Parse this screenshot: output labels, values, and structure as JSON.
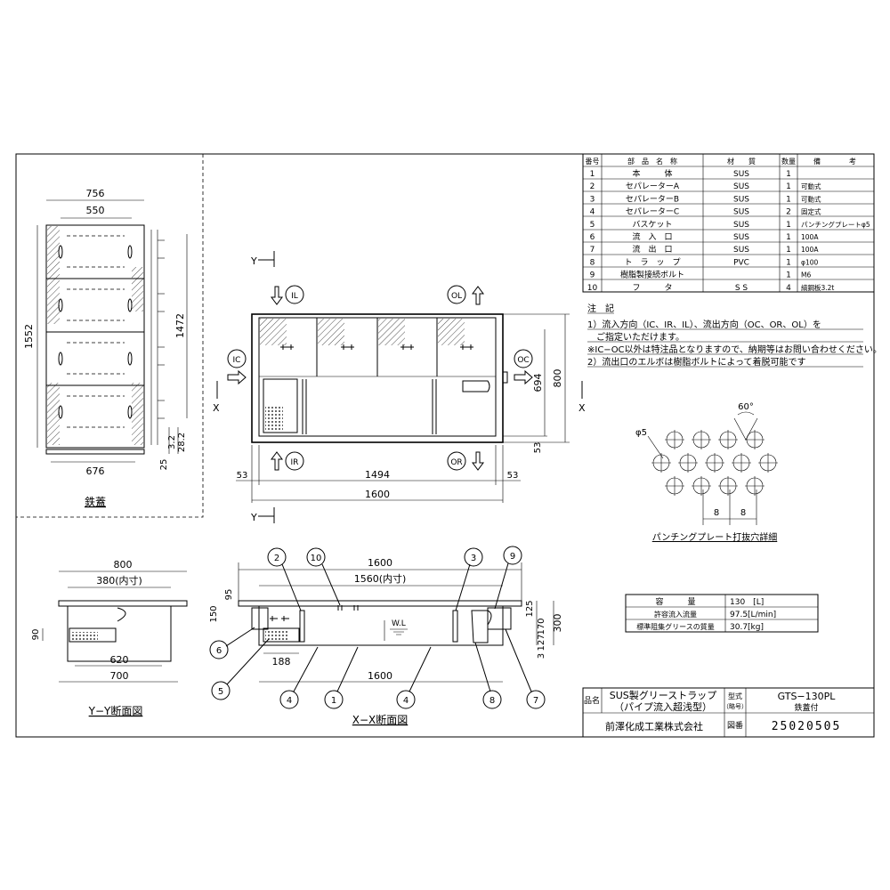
{
  "parts_table": {
    "headers": [
      "番号",
      "部　品　名　称",
      "材　　質",
      "数量",
      "備　　　　考"
    ],
    "rows": [
      [
        "1",
        "本　　　体",
        "SUS",
        "1",
        ""
      ],
      [
        "2",
        "セパレーターA",
        "SUS",
        "1",
        "可動式"
      ],
      [
        "3",
        "セパレーターB",
        "SUS",
        "1",
        "可動式"
      ],
      [
        "4",
        "セパレーターC",
        "SUS",
        "2",
        "固定式"
      ],
      [
        "5",
        "バスケット",
        "SUS",
        "1",
        "パンチングプレートφ5"
      ],
      [
        "6",
        "流　入　口",
        "SUS",
        "1",
        "100A"
      ],
      [
        "7",
        "流　出　口",
        "SUS",
        "1",
        "100A"
      ],
      [
        "8",
        "ト　ラ　ッ　プ",
        "PVC",
        "1",
        "φ100"
      ],
      [
        "9",
        "樹脂製接続ボルト",
        "",
        "1",
        "M6"
      ],
      [
        "10",
        "フ　　　タ",
        "S S",
        "4",
        "縞鋼板3.2t"
      ]
    ]
  },
  "notes": {
    "title": "注　記",
    "lines": [
      "1）流入方向（IC、IR、IL）、流出方向（OC、OR、OL）を",
      "　ご指定いただけます。",
      "※IC−OC以外は特注品となりますので、納期等はお問い合わせください。",
      "2）流出口のエルボは樹脂ボルトによって着脱可能です"
    ]
  },
  "punching": {
    "angle": "60°",
    "hole": "φ5",
    "pitch1": "8",
    "pitch2": "8",
    "caption": "パンチングプレート打抜穴詳細"
  },
  "spec_table": {
    "rows": [
      [
        "容　　　量",
        "130　[L]"
      ],
      [
        "許容流入流量",
        "97.5[L/min]"
      ],
      [
        "標準阻集グリースの質量",
        "30.7[kg]"
      ]
    ]
  },
  "title_block": {
    "name_label": "品名",
    "name_line1": "SUS製グリーストラップ",
    "name_line2": "（パイプ流入超浅型）",
    "model_label1": "型式",
    "model_label2": "（略号）",
    "model": "GTS−130PL",
    "model_sub": "鉄蓋付",
    "company": "前澤化成工業株式会社",
    "drawing_label": "図番",
    "drawing_no": "25020505"
  },
  "lid_view": {
    "caption": "鉄蓋",
    "dims": {
      "w_outer": "756",
      "w_inner": "550",
      "h_outer": "1552",
      "h_inner": "1472",
      "b_width": "676",
      "b1": "3.2",
      "b2": "28.2",
      "b3": "25"
    }
  },
  "plan_view": {
    "labels": {
      "y_top": "Y",
      "y_bot": "Y",
      "x_left": "X",
      "x_right": "X",
      "IL": "IL",
      "OL": "OL",
      "IC": "IC",
      "OC": "OC",
      "IR": "IR",
      "OR": "OR"
    },
    "dims": {
      "d694": "694",
      "d800": "800",
      "d53r": "53",
      "d53a": "53",
      "d53b": "53",
      "d1494": "1494",
      "d1600": "1600"
    }
  },
  "yy_view": {
    "caption": "Y−Y断面図",
    "dims": {
      "d800": "800",
      "d380": "380(内寸)",
      "d90": "90",
      "d620": "620",
      "d700": "700"
    }
  },
  "xx_view": {
    "caption": "X−X断面図",
    "wl": "W.L",
    "dims": {
      "d1600top": "1600",
      "d1560": "1560(内寸)",
      "d95": "95",
      "d150": "150",
      "d188": "188",
      "d1600bot": "1600",
      "d125": "125",
      "d170": "170",
      "d127": "127",
      "d3": "3",
      "d300": "300"
    },
    "balloons": [
      "2",
      "10",
      "3",
      "9",
      "6",
      "5",
      "4",
      "1",
      "4",
      "8",
      "7"
    ]
  }
}
